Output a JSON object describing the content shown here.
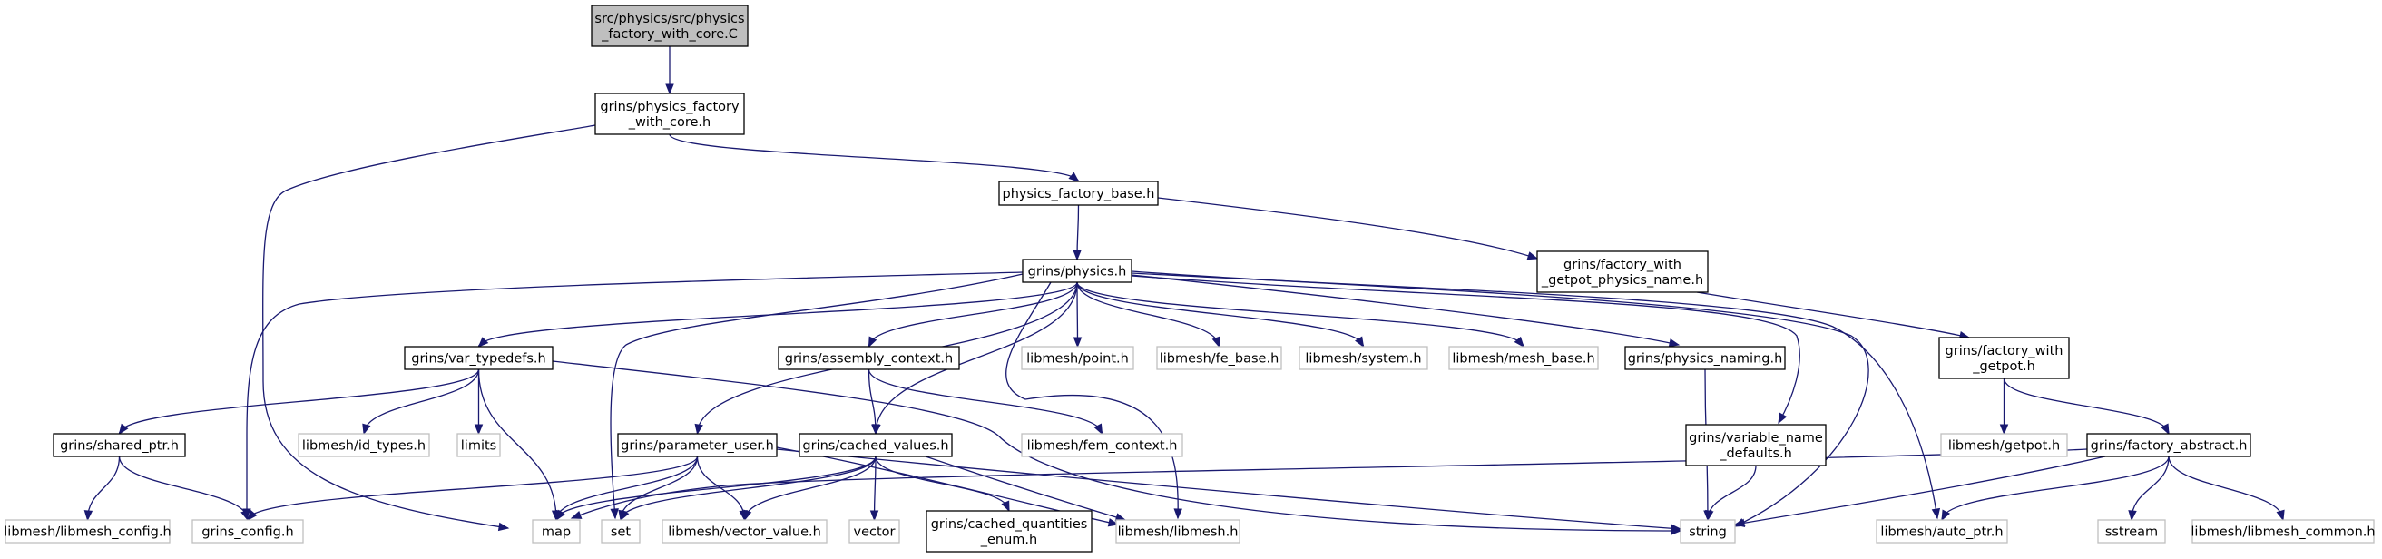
{
  "colors": {
    "edge": "#191970",
    "node_border": "#000000",
    "system_border": "#bfbfbf",
    "root_fill": "#bfbfbf",
    "node_fill": "#ffffff"
  },
  "nodes": [
    {
      "id": "root",
      "kind": "root",
      "lines": [
        "src/physics/src/physics",
        "_factory_with_core.C"
      ]
    },
    {
      "id": "pf_core",
      "kind": "header",
      "lines": [
        "grins/physics_factory",
        "_with_core.h"
      ]
    },
    {
      "id": "pf_base",
      "kind": "header",
      "lines": [
        "physics_factory_base.h"
      ]
    },
    {
      "id": "physics",
      "kind": "header",
      "lines": [
        "grins/physics.h"
      ]
    },
    {
      "id": "fac_getpot_name",
      "kind": "header",
      "lines": [
        "grins/factory_with",
        "_getpot_physics_name.h"
      ]
    },
    {
      "id": "var_typedefs",
      "kind": "header",
      "lines": [
        "grins/var_typedefs.h"
      ]
    },
    {
      "id": "assembly_ctx",
      "kind": "header",
      "lines": [
        "grins/assembly_context.h"
      ]
    },
    {
      "id": "lm_point",
      "kind": "system",
      "lines": [
        "libmesh/point.h"
      ]
    },
    {
      "id": "lm_fe_base",
      "kind": "system",
      "lines": [
        "libmesh/fe_base.h"
      ]
    },
    {
      "id": "lm_system",
      "kind": "system",
      "lines": [
        "libmesh/system.h"
      ]
    },
    {
      "id": "lm_mesh_base",
      "kind": "system",
      "lines": [
        "libmesh/mesh_base.h"
      ]
    },
    {
      "id": "physics_naming",
      "kind": "header",
      "lines": [
        "grins/physics_naming.h"
      ]
    },
    {
      "id": "fac_getpot",
      "kind": "header",
      "lines": [
        "grins/factory_with",
        "_getpot.h"
      ]
    },
    {
      "id": "shared_ptr",
      "kind": "header",
      "lines": [
        "grins/shared_ptr.h"
      ]
    },
    {
      "id": "lm_id_types",
      "kind": "system",
      "lines": [
        "libmesh/id_types.h"
      ]
    },
    {
      "id": "limits",
      "kind": "system",
      "lines": [
        "limits"
      ]
    },
    {
      "id": "param_user",
      "kind": "header",
      "lines": [
        "grins/parameter_user.h"
      ]
    },
    {
      "id": "cached_values",
      "kind": "header",
      "lines": [
        "grins/cached_values.h"
      ]
    },
    {
      "id": "lm_fem_ctx",
      "kind": "system",
      "lines": [
        "libmesh/fem_context.h"
      ]
    },
    {
      "id": "var_name_def",
      "kind": "header",
      "lines": [
        "grins/variable_name",
        "_defaults.h"
      ]
    },
    {
      "id": "lm_getpot",
      "kind": "system",
      "lines": [
        "libmesh/getpot.h"
      ]
    },
    {
      "id": "fac_abstract",
      "kind": "header",
      "lines": [
        "grins/factory_abstract.h"
      ]
    },
    {
      "id": "lm_config",
      "kind": "system",
      "lines": [
        "libmesh/libmesh_config.h"
      ]
    },
    {
      "id": "grins_config",
      "kind": "system",
      "lines": [
        "grins_config.h"
      ]
    },
    {
      "id": "map",
      "kind": "system",
      "lines": [
        "map"
      ]
    },
    {
      "id": "set",
      "kind": "system",
      "lines": [
        "set"
      ]
    },
    {
      "id": "lm_vector_value",
      "kind": "system",
      "lines": [
        "libmesh/vector_value.h"
      ]
    },
    {
      "id": "vector",
      "kind": "system",
      "lines": [
        "vector"
      ]
    },
    {
      "id": "cached_q_enum",
      "kind": "header",
      "lines": [
        "grins/cached_quantities",
        "_enum.h"
      ]
    },
    {
      "id": "lm_libmesh",
      "kind": "system",
      "lines": [
        "libmesh/libmesh.h"
      ]
    },
    {
      "id": "string",
      "kind": "system",
      "lines": [
        "string"
      ]
    },
    {
      "id": "lm_auto_ptr",
      "kind": "system",
      "lines": [
        "libmesh/auto_ptr.h"
      ]
    },
    {
      "id": "sstream",
      "kind": "system",
      "lines": [
        "sstream"
      ]
    },
    {
      "id": "lm_common",
      "kind": "system",
      "lines": [
        "libmesh/libmesh_common.h"
      ]
    }
  ],
  "edges": [
    {
      "from": "root",
      "to": "pf_core"
    },
    {
      "from": "pf_core",
      "to": "pf_base"
    },
    {
      "from": "pf_core",
      "to": "map"
    },
    {
      "from": "pf_base",
      "to": "physics"
    },
    {
      "from": "pf_base",
      "to": "fac_getpot_name"
    },
    {
      "from": "fac_getpot_name",
      "to": "fac_getpot"
    },
    {
      "from": "physics",
      "to": "var_typedefs"
    },
    {
      "from": "physics",
      "to": "assembly_ctx"
    },
    {
      "from": "physics",
      "to": "lm_point"
    },
    {
      "from": "physics",
      "to": "lm_fe_base"
    },
    {
      "from": "physics",
      "to": "lm_system"
    },
    {
      "from": "physics",
      "to": "lm_mesh_base"
    },
    {
      "from": "physics",
      "to": "physics_naming"
    },
    {
      "from": "physics",
      "to": "param_user"
    },
    {
      "from": "physics",
      "to": "cached_values"
    },
    {
      "from": "physics",
      "to": "var_name_def"
    },
    {
      "from": "physics",
      "to": "grins_config"
    },
    {
      "from": "physics",
      "to": "set"
    },
    {
      "from": "physics",
      "to": "lm_libmesh"
    },
    {
      "from": "physics",
      "to": "string"
    },
    {
      "from": "physics",
      "to": "lm_auto_ptr"
    },
    {
      "from": "var_typedefs",
      "to": "shared_ptr"
    },
    {
      "from": "var_typedefs",
      "to": "lm_id_types"
    },
    {
      "from": "var_typedefs",
      "to": "limits"
    },
    {
      "from": "var_typedefs",
      "to": "map"
    },
    {
      "from": "var_typedefs",
      "to": "string"
    },
    {
      "from": "shared_ptr",
      "to": "lm_config"
    },
    {
      "from": "shared_ptr",
      "to": "grins_config"
    },
    {
      "from": "assembly_ctx",
      "to": "cached_values"
    },
    {
      "from": "assembly_ctx",
      "to": "lm_fem_ctx"
    },
    {
      "from": "param_user",
      "to": "grins_config"
    },
    {
      "from": "param_user",
      "to": "map"
    },
    {
      "from": "param_user",
      "to": "set"
    },
    {
      "from": "param_user",
      "to": "lm_vector_value"
    },
    {
      "from": "param_user",
      "to": "lm_libmesh"
    },
    {
      "from": "param_user",
      "to": "string"
    },
    {
      "from": "cached_values",
      "to": "map"
    },
    {
      "from": "cached_values",
      "to": "set"
    },
    {
      "from": "cached_values",
      "to": "lm_vector_value"
    },
    {
      "from": "cached_values",
      "to": "vector"
    },
    {
      "from": "cached_values",
      "to": "cached_q_enum"
    },
    {
      "from": "cached_values",
      "to": "lm_libmesh"
    },
    {
      "from": "physics_naming",
      "to": "string"
    },
    {
      "from": "var_name_def",
      "to": "string"
    },
    {
      "from": "fac_getpot",
      "to": "lm_getpot"
    },
    {
      "from": "fac_getpot",
      "to": "fac_abstract"
    },
    {
      "from": "fac_abstract",
      "to": "map"
    },
    {
      "from": "fac_abstract",
      "to": "string"
    },
    {
      "from": "fac_abstract",
      "to": "lm_auto_ptr"
    },
    {
      "from": "fac_abstract",
      "to": "sstream"
    },
    {
      "from": "fac_abstract",
      "to": "lm_common"
    }
  ]
}
